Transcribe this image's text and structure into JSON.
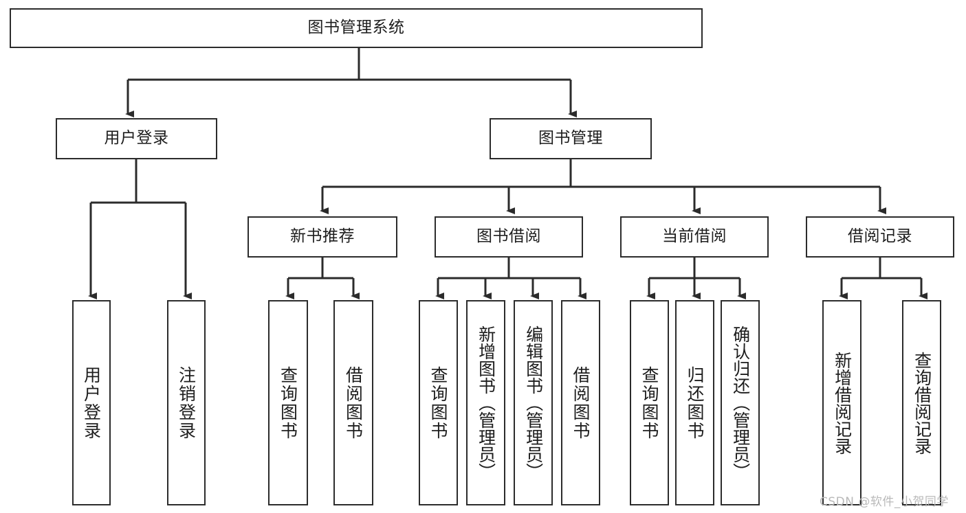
{
  "diagram": {
    "type": "tree-hierarchy-chart",
    "title": "图书管理系统",
    "orientation": "top-down",
    "colors": {
      "box_border": "#2b2b2b",
      "box_fill": "#ffffff",
      "connector": "#2b2b2b",
      "text": "#1d1d1d",
      "watermark": "#b9b9b9"
    },
    "levels": 3,
    "nodes": {
      "root": {
        "id": "root",
        "label": "图书管理系统"
      },
      "level1": [
        {
          "id": "user-login",
          "label": "用户登录"
        },
        {
          "id": "book-manage",
          "label": "图书管理"
        }
      ],
      "level2": [
        {
          "id": "new-book-recommend",
          "label": "新书推荐",
          "parent": "book-manage"
        },
        {
          "id": "book-borrow",
          "label": "图书借阅",
          "parent": "book-manage"
        },
        {
          "id": "current-borrow",
          "label": "当前借阅",
          "parent": "book-manage"
        },
        {
          "id": "borrow-record",
          "label": "借阅记录",
          "parent": "book-manage"
        }
      ],
      "leaves": [
        {
          "id": "leaf-user-login",
          "label": "用户登录",
          "parent": "user-login"
        },
        {
          "id": "leaf-logout",
          "label": "注销登录",
          "parent": "user-login"
        },
        {
          "id": "leaf-query-book-1",
          "label": "查询图书",
          "parent": "new-book-recommend"
        },
        {
          "id": "leaf-borrow-book-1",
          "label": "借阅图书",
          "parent": "new-book-recommend"
        },
        {
          "id": "leaf-query-book-2",
          "label": "查询图书",
          "parent": "book-borrow"
        },
        {
          "id": "leaf-add-book",
          "label": "新增图书（管理员）",
          "parent": "book-borrow"
        },
        {
          "id": "leaf-edit-book",
          "label": "编辑图书（管理员）",
          "parent": "book-borrow"
        },
        {
          "id": "leaf-borrow-book-2",
          "label": "借阅图书",
          "parent": "book-borrow"
        },
        {
          "id": "leaf-query-book-3",
          "label": "查询图书",
          "parent": "current-borrow"
        },
        {
          "id": "leaf-return-book",
          "label": "归还图书",
          "parent": "current-borrow"
        },
        {
          "id": "leaf-confirm-return",
          "label": "确认归还（管理员）",
          "parent": "current-borrow"
        },
        {
          "id": "leaf-add-record",
          "label": "新增借阅记录",
          "parent": "borrow-record"
        },
        {
          "id": "leaf-query-record",
          "label": "查询借阅记录",
          "parent": "borrow-record"
        }
      ]
    }
  },
  "watermark": {
    "text": "CSDN @软件_小贺同学"
  }
}
